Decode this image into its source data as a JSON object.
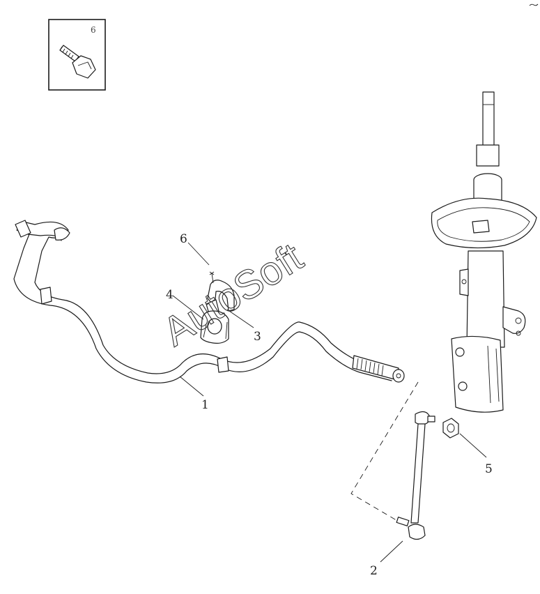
{
  "inset": {
    "label": "6"
  },
  "callouts": [
    {
      "id": "1",
      "label": "1"
    },
    {
      "id": "2",
      "label": "2"
    },
    {
      "id": "3",
      "label": "3"
    },
    {
      "id": "4",
      "label": "4"
    },
    {
      "id": "5",
      "label": "5"
    },
    {
      "id": "6",
      "label": "6"
    }
  ],
  "watermark": "AutoSoft"
}
